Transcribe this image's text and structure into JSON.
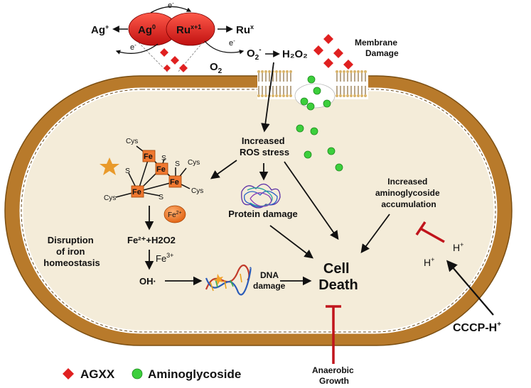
{
  "catalyst": {
    "ag_ion": "Ag",
    "ag_ion_sup": "+",
    "ag0": "Ag",
    "ag0_sup": "0",
    "ru_ox": "Ru",
    "ru_ox_sup": "x+1",
    "ru_red": "Ru",
    "ru_red_sup": "x",
    "electron_top": "e",
    "electron_left": "e",
    "electron_right": "e",
    "electron_sup": "-",
    "o2": "O",
    "o2_sub": "2",
    "superoxide": "O",
    "superoxide_sub": "2",
    "superoxide_sup": "-",
    "h2o2": "H₂O₂"
  },
  "membrane_damage": {
    "line1": "Membrane",
    "line2": "Damage"
  },
  "ros": {
    "line1": "Increased",
    "line2": "ROS stress"
  },
  "cluster": {
    "cys_labels": [
      "Cys",
      "Cys",
      "Cys",
      "Cys"
    ],
    "s_labels": [
      "S",
      "S",
      "S",
      "S"
    ],
    "fe_labels": [
      "Fe",
      "Fe",
      "Fe",
      "Fe"
    ],
    "fe2_badge": "Fe",
    "fe2_badge_sup": "2+"
  },
  "fenton": {
    "reaction": "Fe²⁺+H2O2",
    "fe3": "Fe",
    "fe3_sup": "3+",
    "oh": "OH·"
  },
  "iron_disruption": {
    "line1": "Disruption",
    "line2": "of iron",
    "line3": "homeostasis"
  },
  "protein_damage": "Protein damage",
  "dna_damage": {
    "line1": "DNA",
    "line2": "damage"
  },
  "cell_death": {
    "line1": "Cell",
    "line2": "Death"
  },
  "aminoglycoside_accum": {
    "line1": "Increased",
    "line2": "aminoglycoside",
    "line3": "accumulation"
  },
  "protons": {
    "h1": "H",
    "h2": "H",
    "sup": "+"
  },
  "cccp": {
    "text": "CCCP-H",
    "sup": "+"
  },
  "anaerobic": {
    "line1": "Anaerobic",
    "line2": "Growth"
  },
  "legend": {
    "agxx": "AGXX",
    "aminoglycoside": "Aminoglycoside"
  },
  "colors": {
    "cell_wall": "#b87a2b",
    "cytoplasm": "#f4ecd9",
    "agxx_red": "#e02020",
    "aminoglycoside_green": "#3ccf3c",
    "fe_orange": "#f07830",
    "inhibition_red": "#c0141c"
  }
}
